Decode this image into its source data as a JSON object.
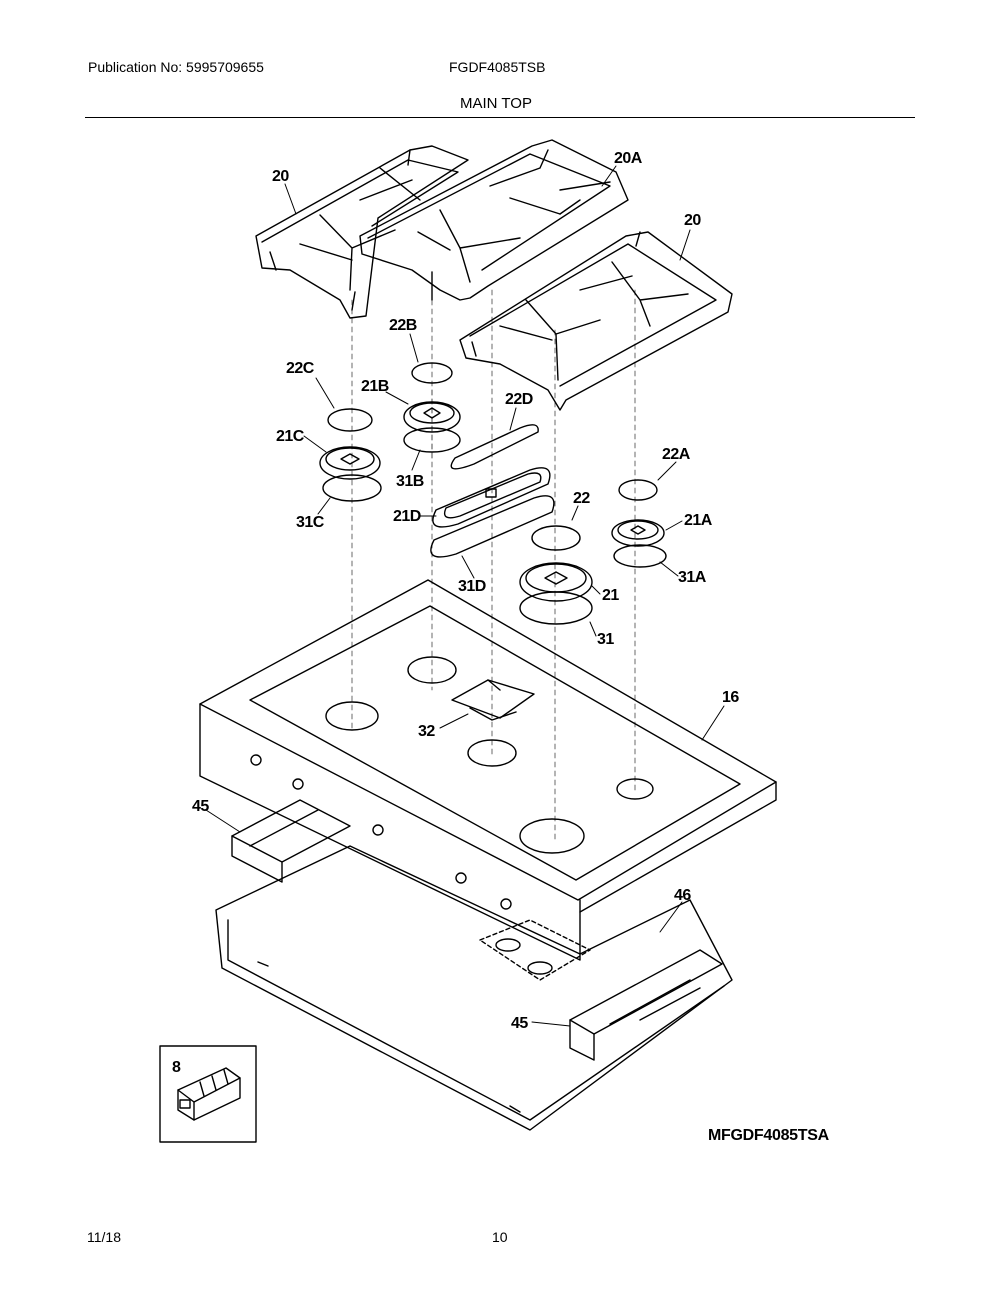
{
  "header": {
    "publication": "Publication No: 5995709655",
    "model": "FGDF4085TSB",
    "section_title": "MAIN TOP"
  },
  "callouts": {
    "c20_left": "20",
    "c20A": "20A",
    "c20_right": "20",
    "c22B": "22B",
    "c22C": "22C",
    "c21B": "21B",
    "c22D": "22D",
    "c21C": "21C",
    "c31B": "31B",
    "c22A": "22A",
    "c31C": "31C",
    "c21D": "21D",
    "c22": "22",
    "c21A": "21A",
    "c31D": "31D",
    "c31A": "31A",
    "c21": "21",
    "c31": "31",
    "c16": "16",
    "c32": "32",
    "c45_left": "45",
    "c46": "46",
    "c45_right": "45",
    "c8": "8"
  },
  "drawing_code": "MFGDF4085TSA",
  "footer": {
    "date": "11/18",
    "page": "10"
  }
}
